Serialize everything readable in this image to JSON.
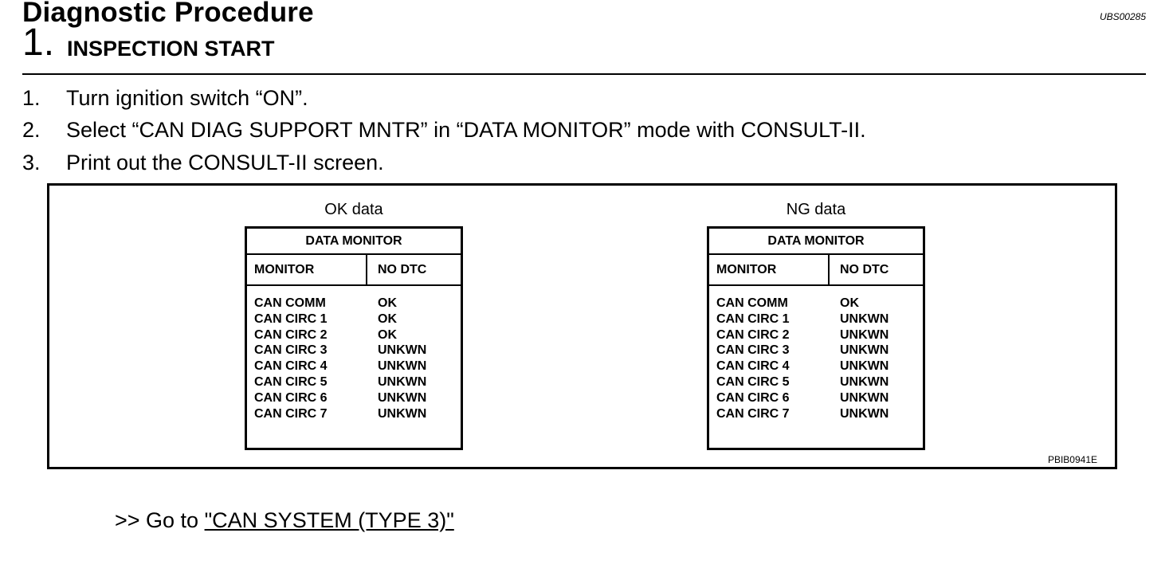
{
  "header": {
    "title": "Diagnostic Procedure",
    "code": "UBS00285",
    "step_number": "1.",
    "step_label": "INSPECTION START"
  },
  "instructions": [
    {
      "num": "1.",
      "text": "Turn ignition switch “ON”."
    },
    {
      "num": "2.",
      "text": "Select “CAN DIAG SUPPORT MNTR” in “DATA MONITOR” mode with CONSULT-II."
    },
    {
      "num": "3.",
      "text": "Print out the CONSULT-II screen."
    }
  ],
  "figure": {
    "code": "PBIB0941E",
    "ok_panel": {
      "caption": "OK data",
      "header": "DATA MONITOR",
      "col1": "MONITOR",
      "col2": "NO DTC",
      "rows": [
        {
          "name": "CAN COMM",
          "value": "OK"
        },
        {
          "name": "CAN CIRC 1",
          "value": "OK"
        },
        {
          "name": "CAN CIRC 2",
          "value": "OK"
        },
        {
          "name": "CAN CIRC 3",
          "value": "UNKWN"
        },
        {
          "name": "CAN CIRC 4",
          "value": "UNKWN"
        },
        {
          "name": "CAN CIRC 5",
          "value": "UNKWN"
        },
        {
          "name": "CAN CIRC 6",
          "value": "UNKWN"
        },
        {
          "name": "CAN CIRC 7",
          "value": "UNKWN"
        }
      ]
    },
    "ng_panel": {
      "caption": "NG data",
      "header": "DATA MONITOR",
      "col1": "MONITOR",
      "col2": "NO DTC",
      "rows": [
        {
          "name": "CAN COMM",
          "value": "OK"
        },
        {
          "name": "CAN CIRC 1",
          "value": "UNKWN"
        },
        {
          "name": "CAN CIRC 2",
          "value": "UNKWN"
        },
        {
          "name": "CAN CIRC 3",
          "value": "UNKWN"
        },
        {
          "name": "CAN CIRC 4",
          "value": "UNKWN"
        },
        {
          "name": "CAN CIRC 5",
          "value": "UNKWN"
        },
        {
          "name": "CAN CIRC 6",
          "value": "UNKWN"
        },
        {
          "name": "CAN CIRC 7",
          "value": "UNKWN"
        }
      ]
    }
  },
  "navigation": {
    "prefix": ">> Go to ",
    "link_text": "\"CAN SYSTEM (TYPE 3)\""
  }
}
